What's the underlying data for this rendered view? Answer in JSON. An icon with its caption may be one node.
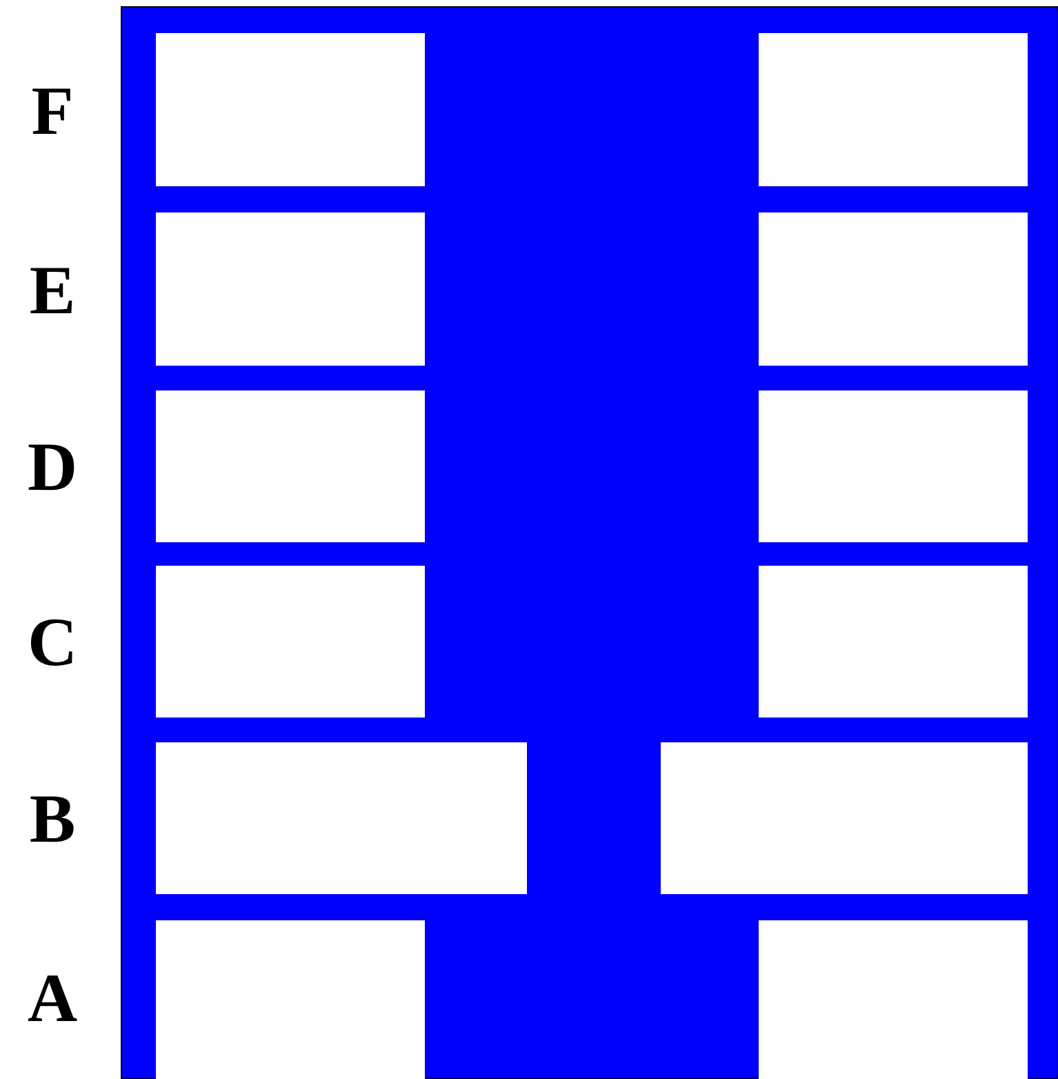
{
  "diagram": {
    "labels": [
      "F",
      "E",
      "D",
      "C",
      "B",
      "A"
    ]
  }
}
